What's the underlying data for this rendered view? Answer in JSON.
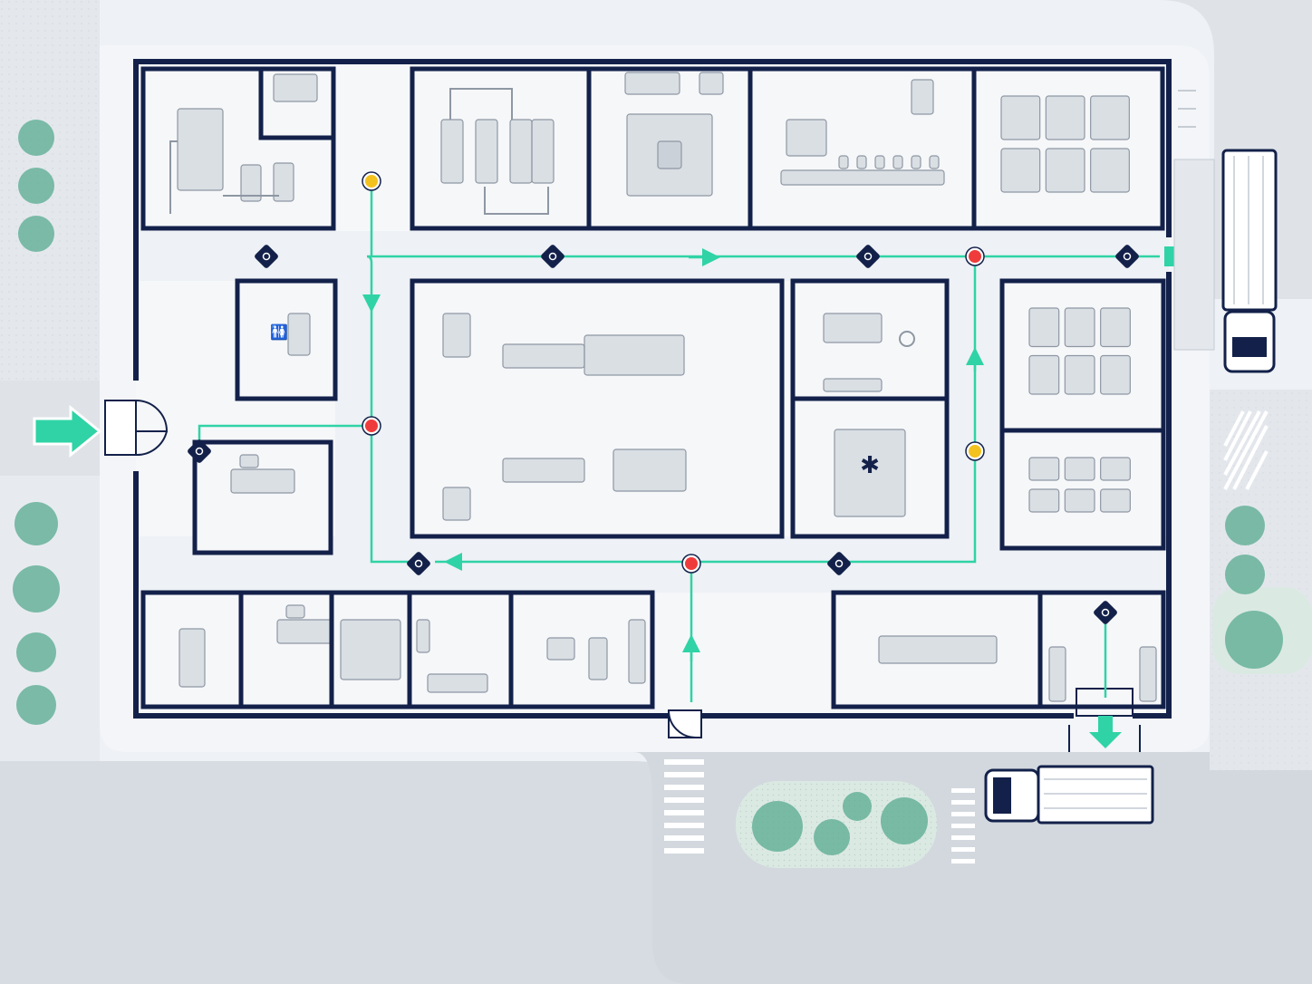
{
  "colors": {
    "wall": "#13214a",
    "floor": "#f4f6f9",
    "ground": "#e9edf2",
    "road": "#d6dbe1",
    "sidewalk": "#f1f3f6",
    "grass": "#dde9e4",
    "tree": "#5fae94",
    "tree_dark": "#3e8f75",
    "furniture": "#b9c0c9",
    "furniture_stroke": "#8e97a3",
    "route": "#2fd3a6",
    "marker_red": "#ef3b3b",
    "marker_yellow": "#f4c21f",
    "marker_node": "#13214a"
  },
  "icons": {
    "entry": "arrow-right-icon",
    "exit_east": "arrow-right-icon",
    "exit_south": "arrow-down-icon",
    "node": "diamond-node-icon",
    "hazard_red": "red-dot-icon",
    "hazard_yellow": "yellow-dot-icon",
    "truck": "truck-icon",
    "tree": "tree-icon"
  },
  "rooms": [
    {
      "id": "tank-room",
      "content": "tanks"
    },
    {
      "id": "staff-utility",
      "content": "lockers"
    },
    {
      "id": "process-room",
      "content": "vessels"
    },
    {
      "id": "machine-room",
      "content": "machine"
    },
    {
      "id": "packaging-line",
      "content": "conveyor"
    },
    {
      "id": "warehouse-north",
      "content": "racks"
    },
    {
      "id": "restrooms",
      "content": "wc"
    },
    {
      "id": "reception",
      "content": "desk"
    },
    {
      "id": "production-hall",
      "content": "lines"
    },
    {
      "id": "lab",
      "content": "microscope"
    },
    {
      "id": "clean-room",
      "content": "asterisk"
    },
    {
      "id": "storage-east",
      "content": "racks"
    },
    {
      "id": "storage-south-east",
      "content": "racks"
    },
    {
      "id": "meeting-room",
      "content": "table"
    },
    {
      "id": "office-1",
      "content": "desk"
    },
    {
      "id": "archive",
      "content": "cabinets"
    },
    {
      "id": "lounge",
      "content": "sofa"
    },
    {
      "id": "kitchen",
      "content": "kitchen"
    },
    {
      "id": "conference-room",
      "content": "long-table"
    },
    {
      "id": "loading-dock",
      "content": "dock"
    }
  ]
}
